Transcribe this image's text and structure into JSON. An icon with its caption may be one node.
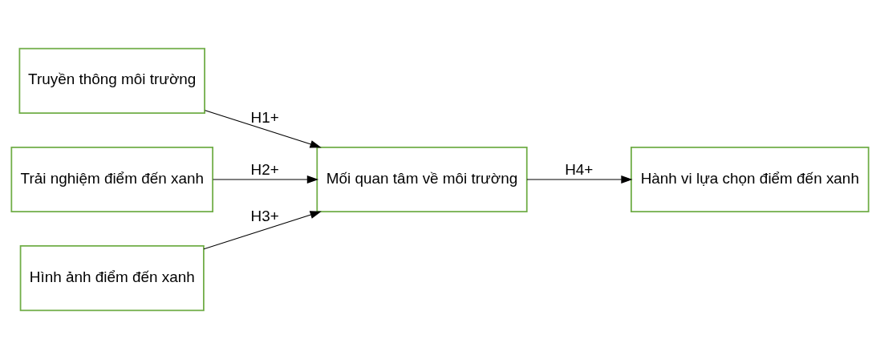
{
  "diagram": {
    "nodes": [
      {
        "text": [
          "Truyền thông môi trường"
        ]
      },
      {
        "text": [
          "Trải nghiệm điểm đến xanh"
        ]
      },
      {
        "text": [
          "Hình ảnh điểm đến xanh"
        ]
      },
      {
        "text": [
          "Mối quan tâm về môi trường"
        ]
      },
      {
        "text": [
          "Hành vi lựa chọn điểm đến xanh"
        ]
      }
    ],
    "edges": [
      {
        "from": 0,
        "to": 3,
        "arrow": "to",
        "label": "H1+"
      },
      {
        "from": 1,
        "to": 3,
        "arrow": "to",
        "label": "H2+"
      },
      {
        "from": 2,
        "to": 3,
        "arrow": "to",
        "label": "H3+"
      },
      {
        "from": 3,
        "to": 4,
        "arrow": "to",
        "label": "H4+"
      }
    ]
  }
}
